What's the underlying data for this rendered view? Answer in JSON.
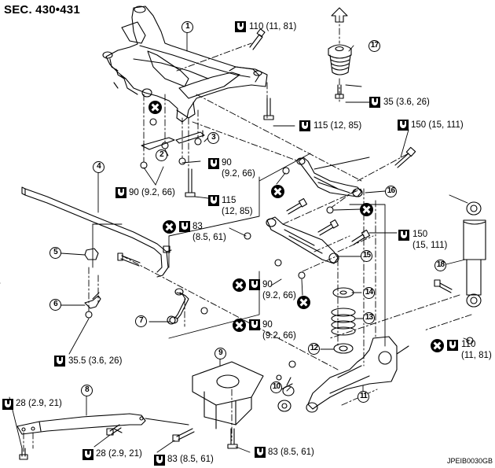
{
  "header": {
    "section": "SEC. 430•431"
  },
  "figure_id": "JPEIB0030GB",
  "symbols": {
    "torque": "torque-wrench-symbol",
    "non_reusable": "do-not-reuse-symbol",
    "direction": "arrow-up"
  },
  "parts": [
    {
      "number": "1",
      "glyph": "1"
    },
    {
      "number": "2",
      "glyph": "2"
    },
    {
      "number": "3",
      "glyph": "3"
    },
    {
      "number": "4",
      "glyph": "4"
    },
    {
      "number": "5",
      "glyph": "5"
    },
    {
      "number": "6",
      "glyph": "6"
    },
    {
      "number": "7",
      "glyph": "7"
    },
    {
      "number": "8",
      "glyph": "8"
    },
    {
      "number": "9",
      "glyph": "9"
    },
    {
      "number": "10",
      "glyph": "10"
    },
    {
      "number": "11",
      "glyph": "11"
    },
    {
      "number": "12",
      "glyph": "12"
    },
    {
      "number": "13",
      "glyph": "13"
    },
    {
      "number": "14",
      "glyph": "14"
    },
    {
      "number": "15",
      "glyph": "15"
    },
    {
      "number": "16",
      "glyph": "16"
    },
    {
      "number": "17",
      "glyph": "17"
    },
    {
      "number": "18",
      "glyph": "18"
    }
  ],
  "torques": [
    {
      "id": "t1",
      "value": "110 (11, 81)",
      "non_reusable": false
    },
    {
      "id": "t2",
      "value": "35 (3.6, 26)",
      "non_reusable": false
    },
    {
      "id": "t3",
      "value": "115 (12, 85)",
      "non_reusable": false
    },
    {
      "id": "t4",
      "value": "150 (15, 111)",
      "non_reusable": false
    },
    {
      "id": "t5",
      "line1": "90",
      "line2": "(9.2, 66)",
      "non_reusable": false
    },
    {
      "id": "t6",
      "value": "90 (9.2, 66)",
      "non_reusable": false
    },
    {
      "id": "t7",
      "line1": "115",
      "line2": "(12, 85)",
      "non_reusable": false
    },
    {
      "id": "t8",
      "line1": "83",
      "line2": "(8.5, 61)",
      "non_reusable": true
    },
    {
      "id": "t9",
      "line1": "150",
      "line2": "(15, 111)",
      "non_reusable": false
    },
    {
      "id": "t10",
      "line1": "90",
      "line2": "(9.2, 66)",
      "non_reusable": true
    },
    {
      "id": "t11",
      "line1": "90",
      "line2": "(9.2, 66)",
      "non_reusable": true
    },
    {
      "id": "t12",
      "value": "35.5 (3.6, 26)",
      "non_reusable": false
    },
    {
      "id": "t13",
      "line1": "110",
      "line2": "(11, 81)",
      "non_reusable": true
    },
    {
      "id": "t14",
      "value": "28 (2.9, 21)",
      "non_reusable": false
    },
    {
      "id": "t15",
      "value": "28 (2.9, 21)",
      "non_reusable": false
    },
    {
      "id": "t16",
      "value": "83 (8.5, 61)",
      "non_reusable": false
    },
    {
      "id": "t17",
      "value": "83 (8.5, 61)",
      "non_reusable": false
    }
  ]
}
